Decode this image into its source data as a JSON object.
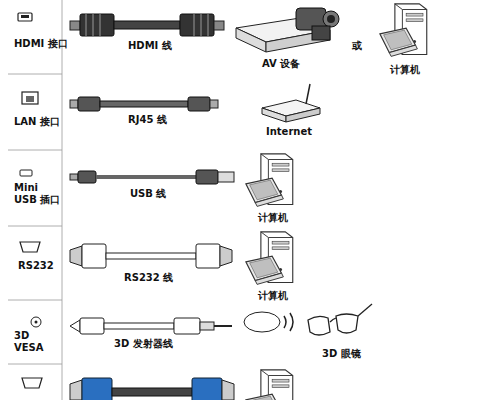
{
  "diagram": {
    "labels": [
      "HDMI 接口",
      "HDMI 线",
      "AV 设备",
      "或",
      "计算机",
      "LAN 接口",
      "RJ45 线",
      "Internet",
      "Mini USB 插口",
      "USB 线",
      "计算机",
      "RS232",
      "RS232 线",
      "计算机",
      "3D VESA",
      "3D 发射器线",
      "3D 眼镜"
    ]
  }
}
